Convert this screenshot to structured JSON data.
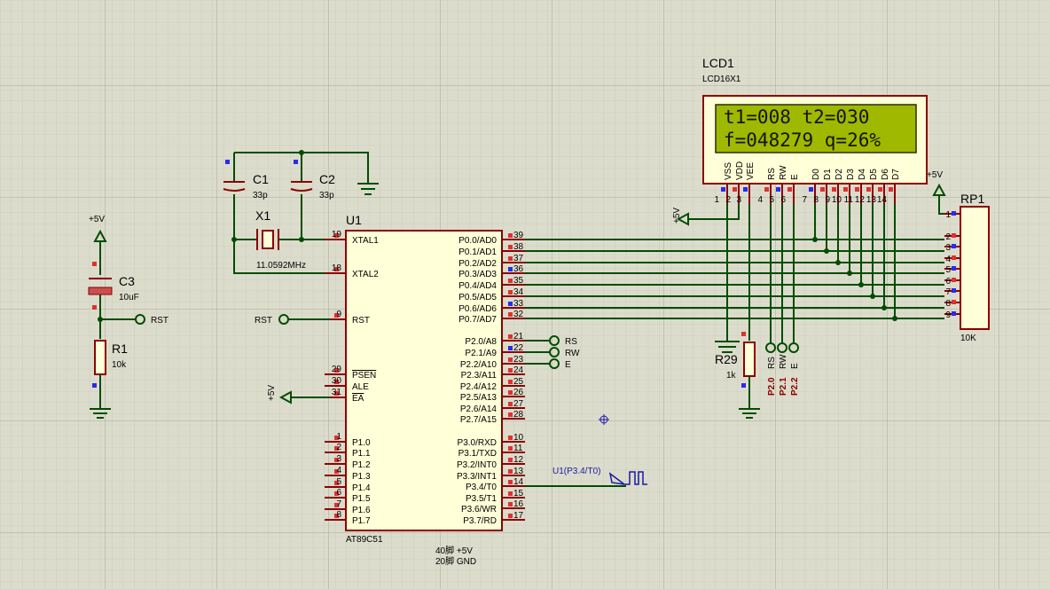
{
  "u1": {
    "ref": "U1",
    "part": "AT89C51",
    "left_pins": [
      {
        "num": "19",
        "name": "XTAL1"
      },
      {
        "num": "18",
        "name": "XTAL2"
      },
      {
        "num": "9",
        "name": "RST"
      },
      {
        "num": "29",
        "name": "PSEN"
      },
      {
        "num": "30",
        "name": "ALE"
      },
      {
        "num": "31",
        "name": "EA"
      },
      {
        "num": "1",
        "name": "P1.0"
      },
      {
        "num": "2",
        "name": "P1.1"
      },
      {
        "num": "3",
        "name": "P1.2"
      },
      {
        "num": "4",
        "name": "P1.3"
      },
      {
        "num": "5",
        "name": "P1.4"
      },
      {
        "num": "6",
        "name": "P1.5"
      },
      {
        "num": "7",
        "name": "P1.6"
      },
      {
        "num": "8",
        "name": "P1.7"
      }
    ],
    "right_pins": [
      {
        "num": "39",
        "name": "P0.0/AD0"
      },
      {
        "num": "38",
        "name": "P0.1/AD1"
      },
      {
        "num": "37",
        "name": "P0.2/AD2"
      },
      {
        "num": "36",
        "name": "P0.3/AD3"
      },
      {
        "num": "35",
        "name": "P0.4/AD4"
      },
      {
        "num": "34",
        "name": "P0.5/AD5"
      },
      {
        "num": "33",
        "name": "P0.6/AD6"
      },
      {
        "num": "32",
        "name": "P0.7/AD7"
      },
      {
        "num": "21",
        "name": "P2.0/A8"
      },
      {
        "num": "22",
        "name": "P2.1/A9"
      },
      {
        "num": "23",
        "name": "P2.2/A10"
      },
      {
        "num": "24",
        "name": "P2.3/A11"
      },
      {
        "num": "25",
        "name": "P2.4/A12"
      },
      {
        "num": "26",
        "name": "P2.5/A13"
      },
      {
        "num": "27",
        "name": "P2.6/A14"
      },
      {
        "num": "28",
        "name": "P2.7/A15"
      },
      {
        "num": "10",
        "name": "P3.0/RXD"
      },
      {
        "num": "11",
        "name": "P3.1/TXD"
      },
      {
        "num": "12",
        "name": "P3.2/INT0"
      },
      {
        "num": "13",
        "name": "P3.3/INT1"
      },
      {
        "num": "14",
        "name": "P3.4/T0"
      },
      {
        "num": "15",
        "name": "P3.5/T1"
      },
      {
        "num": "16",
        "name": "P3.6/WR"
      },
      {
        "num": "17",
        "name": "P3.7/RD"
      }
    ],
    "note1": "40脚 +5V",
    "note2": "20脚 GND"
  },
  "lcd": {
    "ref": "LCD1",
    "part": "LCD16X1",
    "line1": "t1=008 t2=030",
    "line2": "f=048279 q=26%",
    "pins": [
      {
        "num": "1",
        "name": "VSS"
      },
      {
        "num": "2",
        "name": "VDD"
      },
      {
        "num": "3",
        "name": "VEE"
      },
      {
        "num": "4",
        "name": "RS"
      },
      {
        "num": "5",
        "name": "RW"
      },
      {
        "num": "6",
        "name": "E"
      },
      {
        "num": "7",
        "name": "D0"
      },
      {
        "num": "8",
        "name": "D1"
      },
      {
        "num": "9",
        "name": "D2"
      },
      {
        "num": "10",
        "name": "D3"
      },
      {
        "num": "11",
        "name": "D4"
      },
      {
        "num": "12",
        "name": "D5"
      },
      {
        "num": "13",
        "name": "D6"
      },
      {
        "num": "14",
        "name": "D7"
      }
    ]
  },
  "rp1": {
    "ref": "RP1",
    "value": "10K",
    "power": "+5V",
    "pins": [
      "1",
      "2",
      "3",
      "4",
      "5",
      "6",
      "7",
      "8",
      "9"
    ]
  },
  "c1": {
    "ref": "C1",
    "value": "33p"
  },
  "c2": {
    "ref": "C2",
    "value": "33p"
  },
  "x1": {
    "ref": "X1",
    "value": "11.0592MHz"
  },
  "c3": {
    "ref": "C3",
    "value": "10uF"
  },
  "r1": {
    "ref": "R1",
    "value": "10k"
  },
  "r29": {
    "ref": "R29",
    "value": "1k"
  },
  "power": {
    "vcc": "+5V"
  },
  "labels": {
    "rst": "RST",
    "rs": "RS",
    "rw": "RW",
    "e": "E",
    "p20": "P2.0",
    "p21": "P2.1",
    "p22": "P2.2",
    "probe": "U1(P3.4/T0)"
  },
  "colors": {
    "background": "#dcdccc",
    "wire": "#004d00",
    "component": "#8b0000",
    "lcd_screen": "#9fb800",
    "body_fill": "#ffffd8"
  }
}
